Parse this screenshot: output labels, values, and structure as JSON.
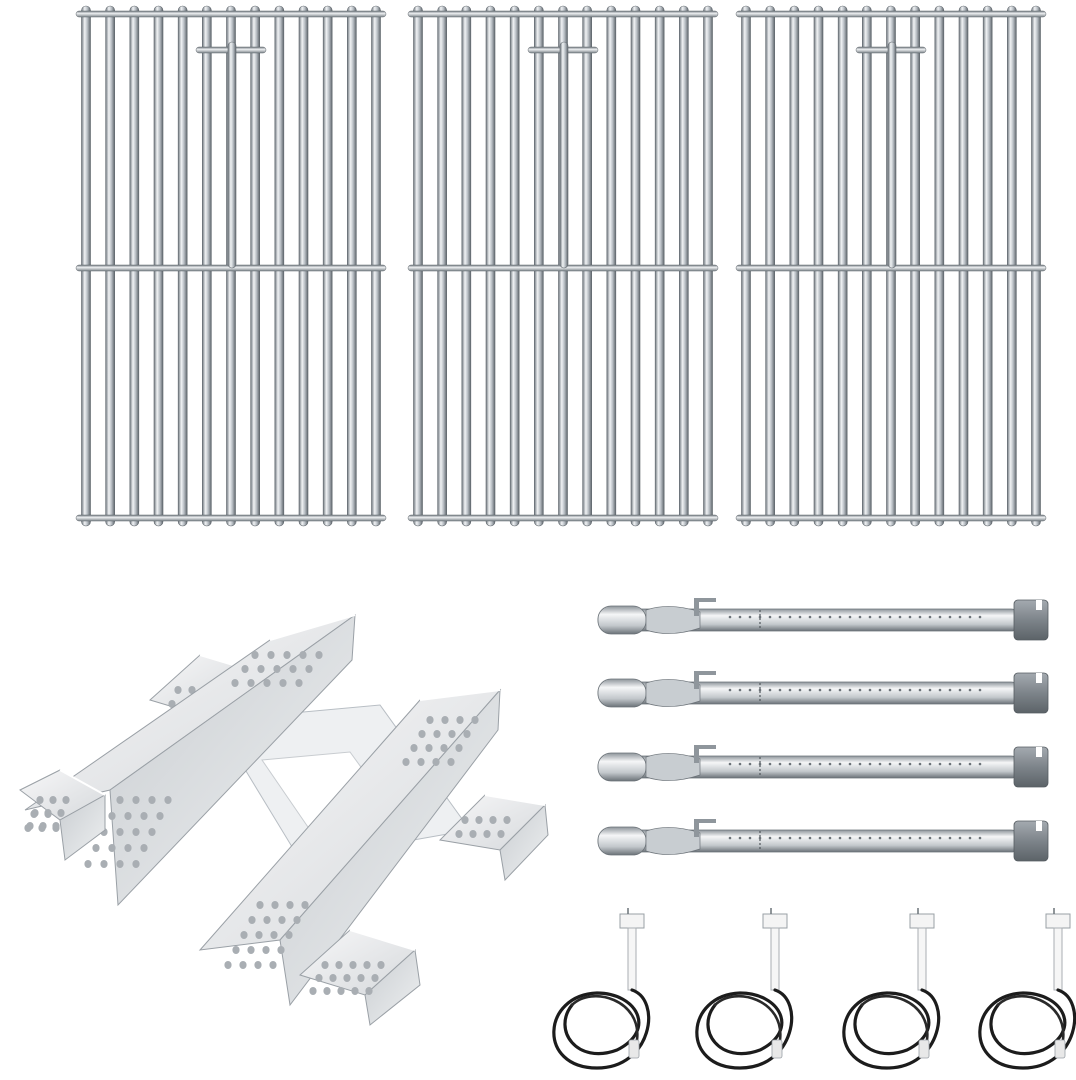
{
  "scene": {
    "background": "#ffffff",
    "description_colors": {
      "steel_light": "#e9ecef",
      "steel_mid": "#b8bec4",
      "steel_dark": "#6f777e",
      "plate": "#f2f3f4",
      "cap": "#8a9197",
      "wire": "#1c1c1c",
      "ceramic": "#f4f4f4"
    }
  },
  "parts": {
    "cooking_grates": {
      "count": 3,
      "icon": "grill-grate-icon"
    },
    "heat_plates": {
      "count": 4,
      "icon": "heat-plate-icon"
    },
    "burners": {
      "count": 4,
      "icon": "burner-tube-icon"
    },
    "igniters": {
      "count": 4,
      "icon": "igniter-electrode-icon"
    }
  }
}
